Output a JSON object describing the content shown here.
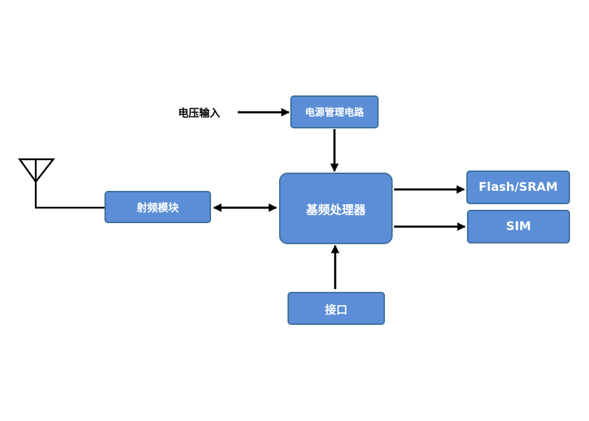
{
  "colors": {
    "block_fill": "#5b8ed6",
    "block_border": "#41709c",
    "block_text": "#ffffff",
    "line": "#000000"
  },
  "labels": {
    "voltage_input": "电压输入"
  },
  "blocks": {
    "power_management": "电源管理电路",
    "rf_module": "射频模块",
    "baseband_processor": "基频处理器",
    "flash_sram": "Flash/SRAM",
    "sim": "SIM",
    "interface": "接口"
  },
  "icons": {
    "antenna": "antenna-icon"
  }
}
